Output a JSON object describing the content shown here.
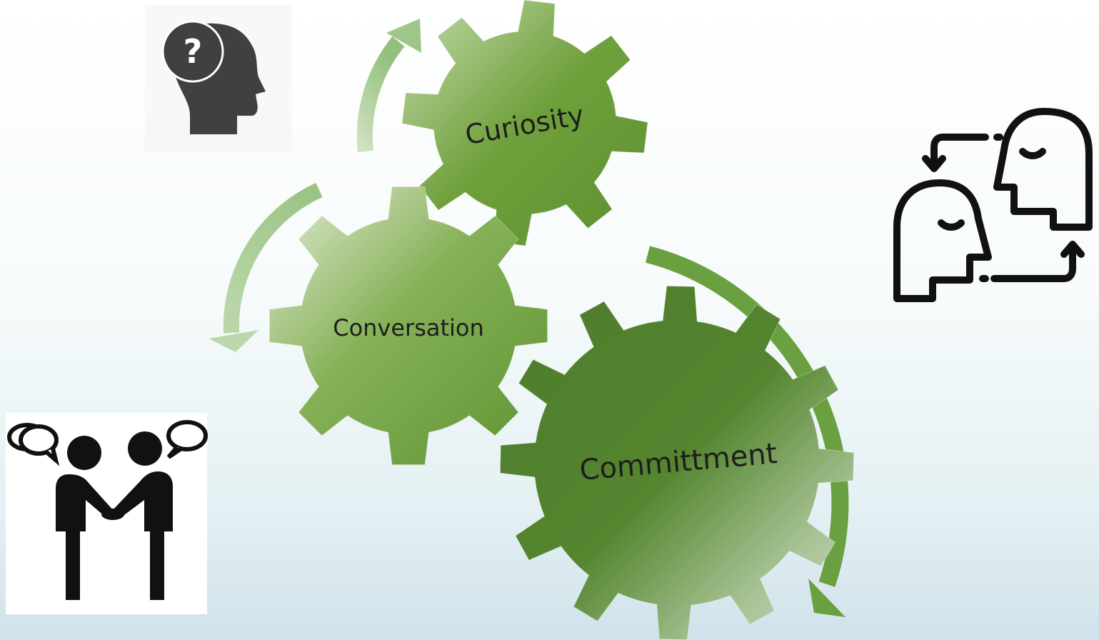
{
  "gears": {
    "curiosity": {
      "label": "Curiosity"
    },
    "conversation": {
      "label": "Conversation"
    },
    "commitment": {
      "label": "Committment"
    }
  },
  "icons": {
    "thinking_head": {
      "name": "head-question-icon",
      "glyph": "?"
    },
    "two_faces": {
      "name": "two-faces-exchange-icon"
    },
    "people_talking": {
      "name": "people-handshake-icon"
    }
  },
  "colors": {
    "gear_dark": "#4f7f2e",
    "gear_mid": "#6b9e3a",
    "gear_light": "#dde9cf",
    "arrow_light": "#a9cb96",
    "arrow_dark": "#6aa040",
    "icon_dark": "#404040",
    "icon_black": "#111111"
  }
}
